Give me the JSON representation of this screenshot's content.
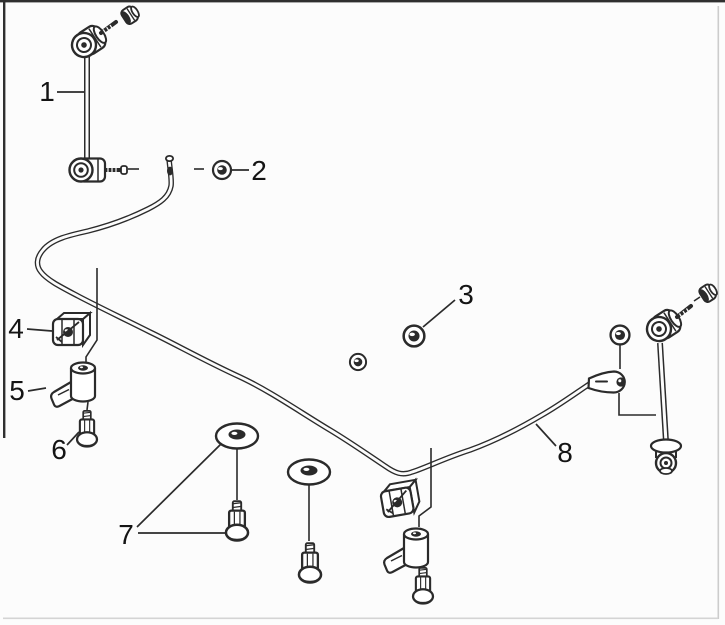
{
  "figure": {
    "kind": "exploded parts line-art diagram",
    "colors": {
      "background": "#fcfcfc",
      "line": "#2b2b2b",
      "label_text": "#141414",
      "border_dark": "#2f2f2f",
      "border_light": "#cccccc"
    }
  },
  "callouts": [
    {
      "label": "1"
    },
    {
      "label": "2"
    },
    {
      "label": "3"
    },
    {
      "label": "4"
    },
    {
      "label": "5"
    },
    {
      "label": "6"
    },
    {
      "label": "7"
    },
    {
      "label": "8"
    }
  ]
}
